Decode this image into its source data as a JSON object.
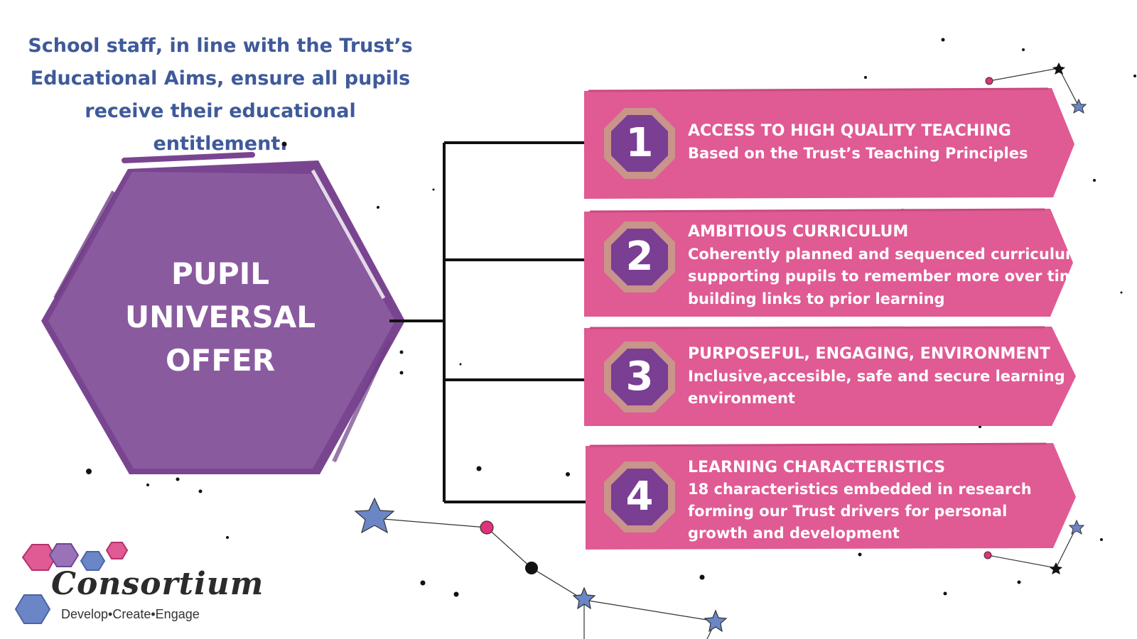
{
  "intro": {
    "lines": [
      "School staff, in line with the Trust’s",
      "Educational Aims, ensure all pupils",
      "receive their educational entitlement."
    ]
  },
  "center": {
    "lines": [
      "PUPIL",
      "UNIVERSAL",
      "OFFER"
    ]
  },
  "cards": [
    {
      "number": "1",
      "title": "ACCESS TO HIGH QUALITY TEACHING",
      "lines": [
        "Based on the Trust’s Teaching Principles"
      ]
    },
    {
      "number": "2",
      "title": "AMBITIOUS CURRICULUM",
      "lines": [
        "Coherently planned and sequenced curriculum,",
        "supporting pupils to remember more over time,",
        "building links to prior learning"
      ]
    },
    {
      "number": "3",
      "title": "PURPOSEFUL, ENGAGING, ENVIRONMENT",
      "lines": [
        "Inclusive,accesible, safe and secure learning",
        "environment"
      ]
    },
    {
      "number": "4",
      "title": "LEARNING CHARACTERISTICS",
      "lines": [
        "18 characteristics embedded in research",
        "forming our Trust drivers for personal",
        "growth and development"
      ]
    }
  ],
  "logo": {
    "name": "Consortium",
    "tagline": "Develop•Create•Engage"
  },
  "colors": {
    "hexagon": "#8a5a9f",
    "card": "#e05a93",
    "badge_ring": "#c9948a",
    "badge_fill": "#7a3e93",
    "intro_text": "#3f5a9a",
    "connector": "#111111",
    "star": "#6b86c6",
    "star_pink": "#d8336e"
  }
}
